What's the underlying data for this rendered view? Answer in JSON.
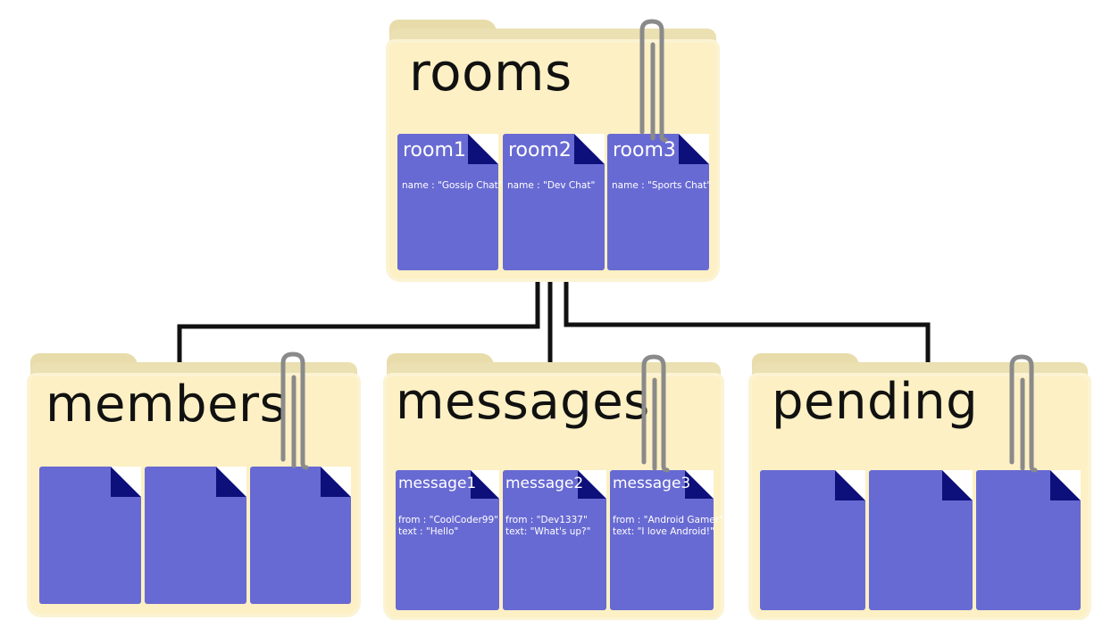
{
  "colors": {
    "folder_front": "#fcf0c4",
    "folder_back": "#ebe0b2",
    "document": "#686ad3",
    "document_fold": "#0d0f7a",
    "clip": "#8a8a8a",
    "connector": "#111111"
  },
  "rooms": {
    "title": "rooms",
    "docs": [
      {
        "title": "room1",
        "line1": "name : \"Gossip Chat\""
      },
      {
        "title": "room2",
        "line1": "name : \"Dev Chat\""
      },
      {
        "title": "room3",
        "line1": "name : \"Sports Chat\""
      }
    ]
  },
  "members": {
    "title": "members"
  },
  "messages": {
    "title": "messages",
    "docs": [
      {
        "title": "message1",
        "line1": "from : \"CoolCoder99\"",
        "line2": "text : \"Hello\""
      },
      {
        "title": "message2",
        "line1": "from : \"Dev1337\"",
        "line2": "text: \"What's up?\""
      },
      {
        "title": "message3",
        "line1": "from : \"Android Gamer\"",
        "line2": "text: \"I love Android!\""
      }
    ]
  },
  "pending": {
    "title": "pending"
  }
}
